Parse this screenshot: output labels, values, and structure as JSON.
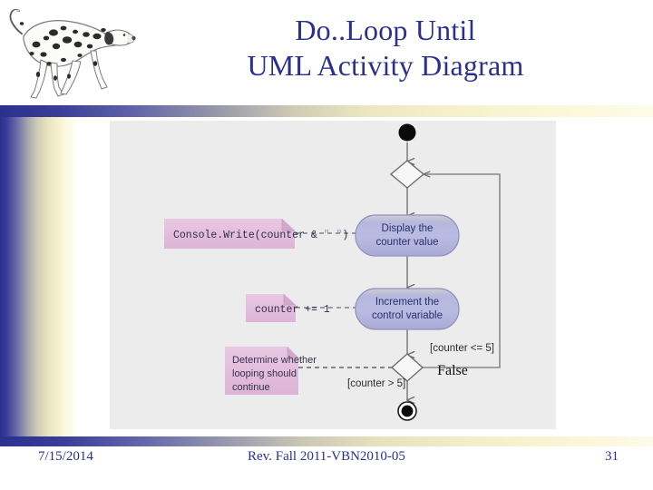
{
  "slide": {
    "title_lines": [
      "Do..Loop Until",
      "UML Activity Diagram"
    ],
    "title_color": "#2b2f8f",
    "background_color": "#ffffff",
    "accent_navy": "#2b2f8f",
    "accent_pale_yellow": "#fdfbe8"
  },
  "decoration": {
    "dog_image_alt": "dalmatian-dog"
  },
  "footer": {
    "date": "7/15/2014",
    "revision": "Rev. Fall 2011-VBN2010-05",
    "page_number": "31"
  },
  "diagram": {
    "panel_background": "#ececec",
    "activity_fill": "#b9bbe0",
    "activity_text_color": "#2a2f6e",
    "note_fill": "#e4bedd",
    "note_text_color": "#33324a",
    "nodes": {
      "initial": "initial-node",
      "merge_decision": "merge-diamond",
      "activity_1": [
        "Display the",
        "counter value"
      ],
      "activity_2": [
        "Increment the",
        "control variable"
      ],
      "branch_decision": "decision-diamond",
      "final": "final-node"
    },
    "notes": [
      {
        "id": "note-console-write",
        "lines": [
          "Console.Write(counter & \" \")"
        ]
      },
      {
        "id": "note-counter-increment",
        "lines": [
          "counter += 1"
        ]
      },
      {
        "id": "note-determine-loop",
        "lines": [
          "Determine whether",
          "looping should",
          "continue"
        ]
      }
    ],
    "note_code_1_prefix": "Console.Write(counter & ",
    "note_code_1_literal": "\" \"",
    "note_code_1_suffix": ")",
    "note_code_2": "counter += 1",
    "note_3_line_1": "Determine whether",
    "note_3_line_2": "looping should",
    "note_3_line_3": "continue",
    "activity_1_line_1": "Display the",
    "activity_1_line_2": "counter value",
    "activity_2_line_1": "Increment the",
    "activity_2_line_2": "control variable",
    "guards": {
      "loop_back": "[counter <= 5]",
      "exit": "[counter > 5]",
      "false_label": "False"
    }
  }
}
